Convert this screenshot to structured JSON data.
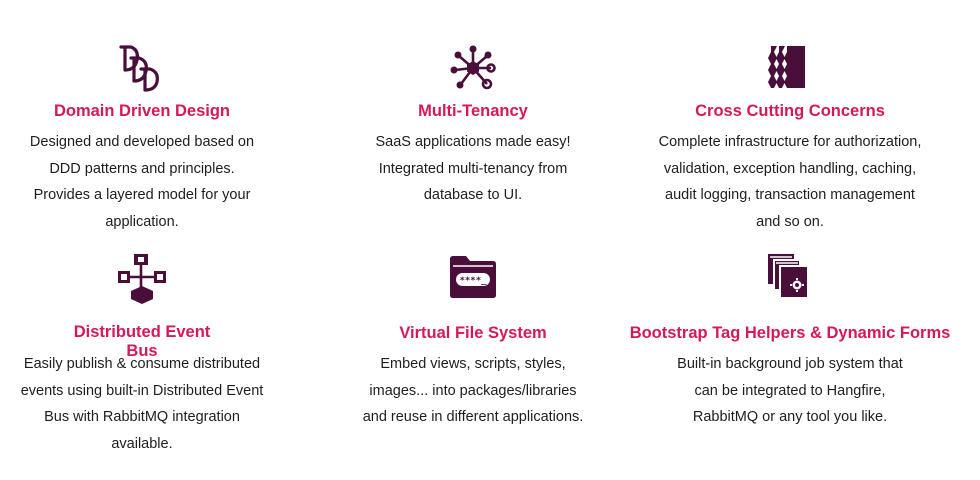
{
  "colors": {
    "title": "#d6185a",
    "icon": "#4a0e3a",
    "text": "#1e1e1e"
  },
  "features": [
    {
      "icon": "ddd-logo-icon",
      "title": "Domain Driven Design",
      "lines": [
        "Designed and developed based on",
        "DDD patterns and principles.",
        "Provides a layered model for your",
        "application."
      ]
    },
    {
      "icon": "network-hub-icon",
      "title": "Multi-Tenancy",
      "lines": [
        "SaaS applications made easy!",
        "Integrated multi-tenancy from",
        "database to UI."
      ]
    },
    {
      "icon": "layers-stack-icon",
      "title": "Cross Cutting Concerns",
      "lines": [
        "Complete infrastructure for authorization,",
        "validation, exception handling, caching,",
        "audit logging, transaction management",
        "and so on."
      ]
    },
    {
      "icon": "distributed-nodes-icon",
      "title": "Distributed Event Bus",
      "lines": [
        "Easily publish & consume distributed",
        "events using built-in Distributed Event",
        "Bus with RabbitMQ integration",
        "available."
      ]
    },
    {
      "icon": "password-folder-icon",
      "title": "Virtual File System",
      "lines": [
        "Embed views, scripts, styles,",
        "images... into packages/libraries",
        "and reuse in different applications."
      ]
    },
    {
      "icon": "settings-documents-icon",
      "title": "Bootstrap Tag Helpers & Dynamic Forms",
      "lines": [
        "Built-in background job system that",
        "can be integrated to Hangfire,",
        "RabbitMQ or any tool you like."
      ]
    }
  ]
}
